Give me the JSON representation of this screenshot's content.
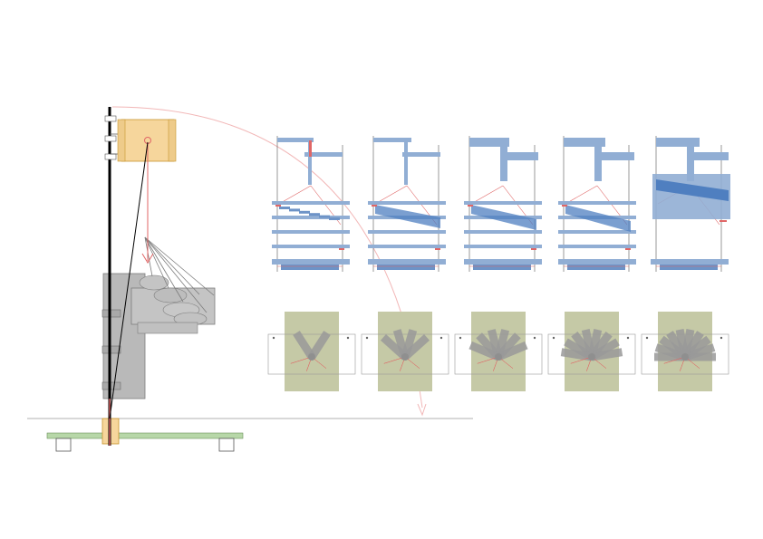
{
  "drawing": {
    "kind": "architectural mechanism sequence",
    "stages_elevation": 5,
    "stages_plan": 5
  },
  "colors": {
    "ground": "#999999",
    "platform": "#b7d7a8",
    "pylon": "#000000",
    "box": "#f6d69c",
    "box_stroke": "#c9962f",
    "mass": "#b9b9b9",
    "mass_stroke": "#7d7d7d",
    "frame": "#91aed4",
    "frame_dark": "#6d93c7",
    "fill_block": "#4f7fc0",
    "thin_line": "#555555",
    "red": "#e06666",
    "arc": "#f2b8b8",
    "plan_field": "#c5c9a6",
    "plan_arm": "#999999"
  }
}
